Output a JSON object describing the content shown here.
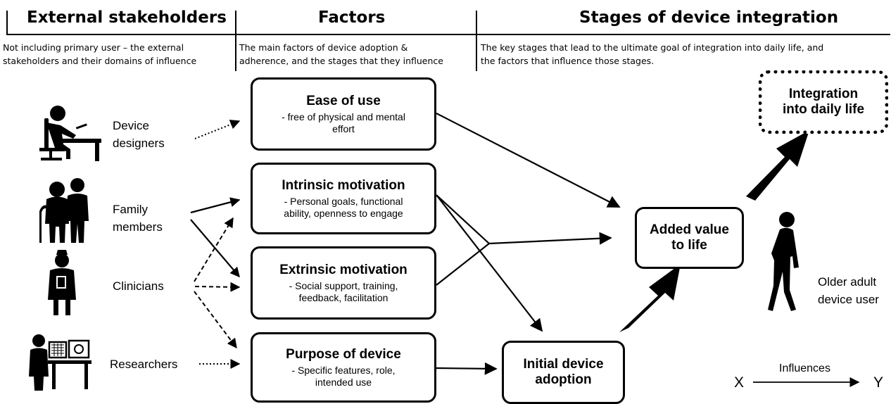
{
  "columns": {
    "stakeholders": {
      "title": "External stakeholders",
      "desc1": "Not including primary user – the external",
      "desc2": "stakeholders and their domains of influence"
    },
    "factors": {
      "title": "Factors",
      "desc1": "The main factors of device adoption &",
      "desc2": "adherence, and the stages that they influence"
    },
    "stages": {
      "title": "Stages of device integration",
      "desc1": "The key stages that lead to the ultimate goal of integration into daily life, and",
      "desc2": "the factors that influence those stages."
    }
  },
  "stakeholders": [
    {
      "line1": "Device",
      "line2": "designers",
      "icon": "desk-worker-icon"
    },
    {
      "line1": "Family",
      "line2": "members",
      "icon": "elderly-couple-icon"
    },
    {
      "line1": "Clinicians",
      "line2": "",
      "icon": "nurse-icon"
    },
    {
      "line1": "Researchers",
      "line2": "",
      "icon": "researcher-computer-icon"
    }
  ],
  "factors": [
    {
      "title": "Ease of use",
      "d1": "- free of physical and mental",
      "d2": "effort"
    },
    {
      "title": "Intrinsic motivation",
      "d1": "- Personal goals, functional",
      "d2": "ability, openness to engage"
    },
    {
      "title": "Extrinsic motivation",
      "d1": "- Social support, training,",
      "d2": "feedback, facilitation"
    },
    {
      "title": "Purpose of device",
      "d1": "- Specific features, role,",
      "d2": "intended use"
    }
  ],
  "stages": {
    "adoption": {
      "l1": "Initial device",
      "l2": "adoption"
    },
    "value": {
      "l1": "Added value",
      "l2": "to life"
    },
    "integration": {
      "l1": "Integration",
      "l2": "into daily life"
    }
  },
  "user": {
    "l1": "Older adult",
    "l2": "device user",
    "icon": "walking-person-icon"
  },
  "legend": {
    "x": "X",
    "label": "Influences",
    "y": "Y"
  }
}
